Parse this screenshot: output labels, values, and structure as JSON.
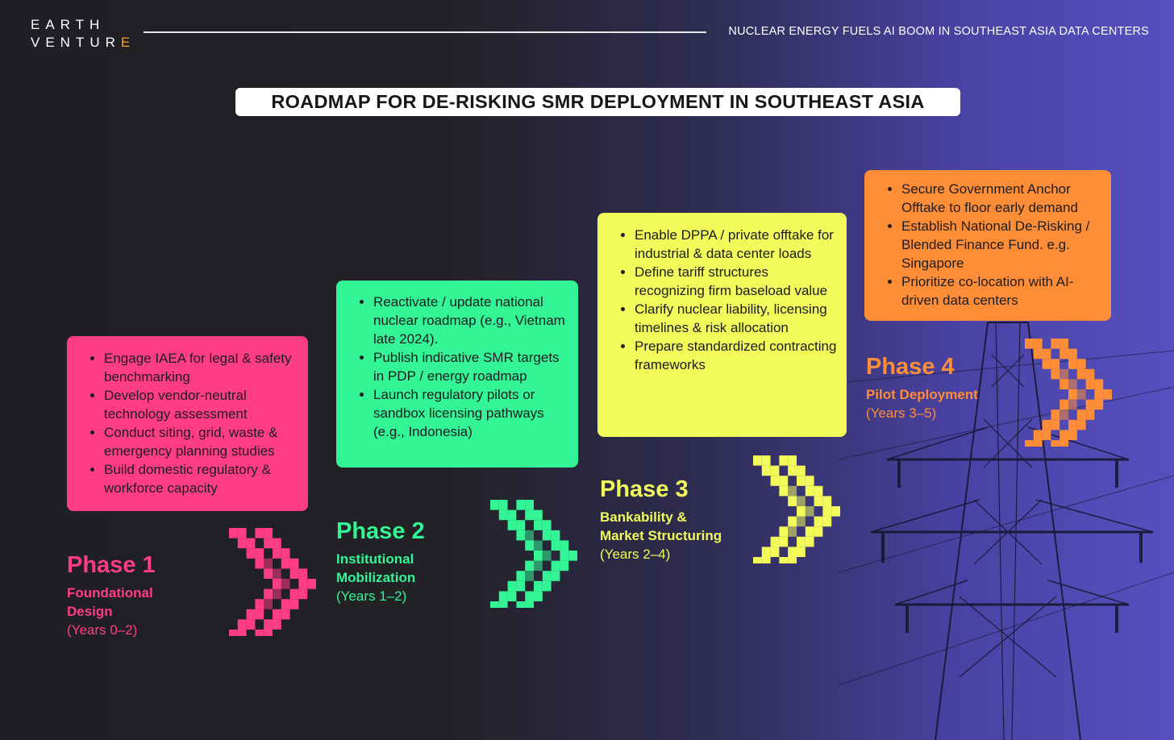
{
  "brand": {
    "line1": "EARTH",
    "line2_main": "VENTUR",
    "line2_accent": "E"
  },
  "header": {
    "title": "NUCLEAR ENERGY FUELS AI BOOM IN SOUTHEAST ASIA DATA CENTERS"
  },
  "main_title": "ROADMAP FOR DE-RISKING SMR DEPLOYMENT IN SOUTHEAST ASIA",
  "colors": {
    "phase1": "#ff3d84",
    "phase2": "#33f595",
    "phase3": "#f2fb5a",
    "phase4": "#fe8d37",
    "background": "#202024",
    "accent": "#f5a623"
  },
  "phases": [
    {
      "name": "Phase 1",
      "subtitle_lines": [
        "Foundational",
        "Design"
      ],
      "years": "(Years 0–2)",
      "bullets": [
        "Engage IAEA for legal & safety benchmarking",
        "Develop vendor-neutral technology assessment",
        "Conduct siting, grid, waste & emergency planning studies",
        "Build domestic regulatory & workforce capacity"
      ]
    },
    {
      "name": "Phase 2",
      "subtitle_lines": [
        "Institutional",
        "Mobilization"
      ],
      "years": "(Years 1–2)",
      "bullets": [
        "Reactivate / update national nuclear roadmap (e.g., Vietnam late 2024).",
        "Publish indicative SMR targets in PDP / energy roadmap",
        "Launch regulatory pilots or sandbox licensing pathways (e.g., Indonesia)"
      ]
    },
    {
      "name": "Phase 3",
      "subtitle_lines": [
        "Bankability &",
        "Market Structuring"
      ],
      "years": "(Years 2–4)",
      "bullets": [
        "Enable DPPA / private offtake for industrial & data center loads",
        "Define tariff structures recognizing firm baseload value",
        "Clarify nuclear liability, licensing timelines & risk allocation",
        "Prepare standardized contracting frameworks"
      ]
    },
    {
      "name": "Phase 4",
      "subtitle_lines": [
        "Pilot Deployment"
      ],
      "years": "(Years 3–5)",
      "bullets": [
        "Secure Government Anchor Offtake to floor early demand",
        "Establish National De-Risking / Blended Finance Fund. e.g. Singapore",
        "Prioritize co-location with AI-driven data centers"
      ]
    }
  ]
}
